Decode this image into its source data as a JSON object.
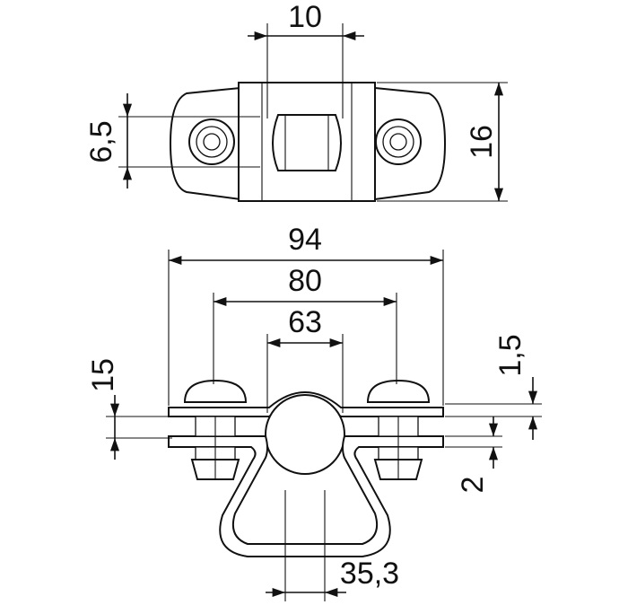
{
  "dimensions": {
    "top_width": "10",
    "top_hole": "6,5",
    "top_height": "16",
    "overall_width": "94",
    "hole_spacing": "80",
    "pipe_width": "63",
    "left_height": "15",
    "strip_thickness": "1,5",
    "base_thickness": "2",
    "bottom_width": "35,3"
  }
}
